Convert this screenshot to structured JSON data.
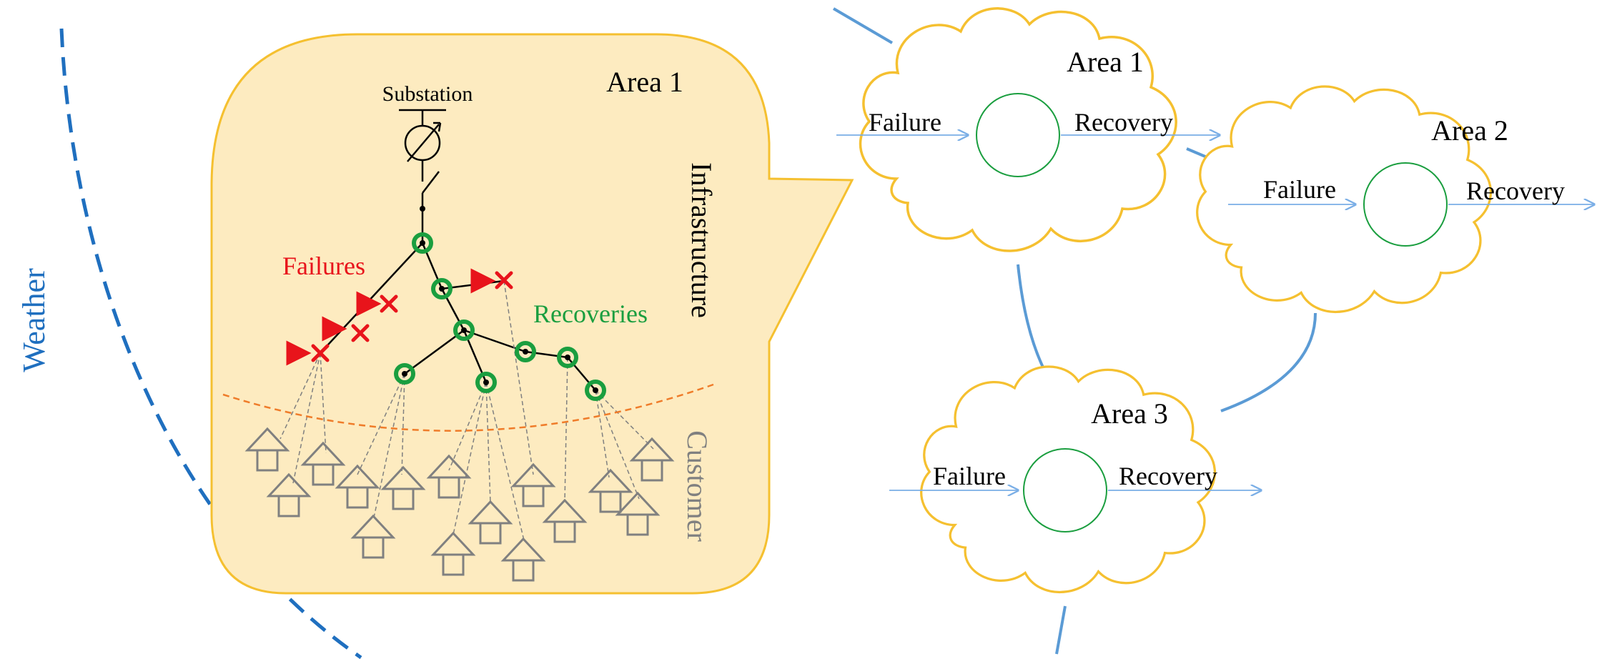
{
  "colors": {
    "weather": "#1f6fbf",
    "area_fill": "#fdebc0",
    "area_stroke": "#f5c030",
    "failure": "#e8141b",
    "recovery": "#1a9e3f",
    "customer": "#808080",
    "boundary": "#ef7c2a",
    "flow_arrow": "#7aaee6",
    "link": "#5b9bd5"
  },
  "weather_label": "Weather",
  "zoom_area": {
    "title": "Area 1",
    "substation_label": "Substation",
    "failures_label": "Failures",
    "recoveries_label": "Recoveries",
    "infrastructure_label": "Infrastructure",
    "customer_label": "Customer"
  },
  "areas": [
    {
      "id": "area-1",
      "title": "Area 1",
      "failure_label": "Failure",
      "recovery_label": "Recovery"
    },
    {
      "id": "area-2",
      "title": "Area 2",
      "failure_label": "Failure",
      "recovery_label": "Recovery"
    },
    {
      "id": "area-3",
      "title": "Area 3",
      "failure_label": "Failure",
      "recovery_label": "Recovery"
    }
  ]
}
